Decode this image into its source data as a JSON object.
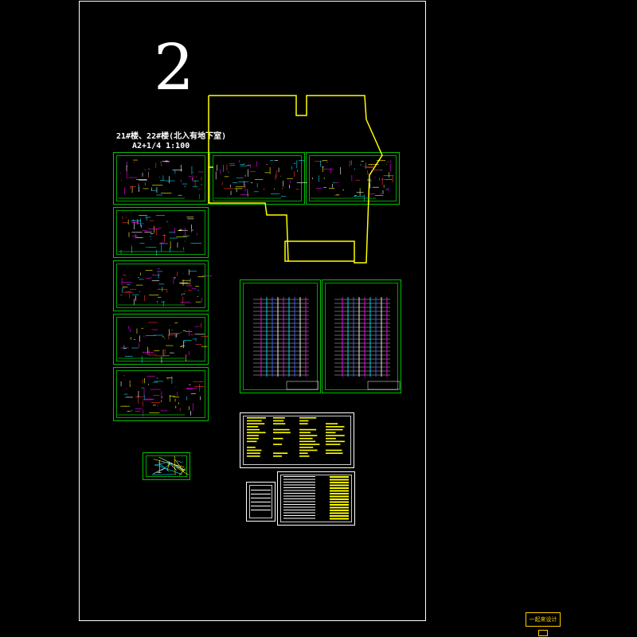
{
  "drawing": {
    "sheet_number": "2",
    "title_line1": "21#楼、22#楼(北入有地下室)",
    "title_line2": "A2+1/4  1:100",
    "logo_text": "一起来设计"
  },
  "colors": {
    "background": "#000000",
    "frame": "#ffffff",
    "sheet_border": "#00c000",
    "outline": "#ffff00",
    "cyan": "#00e0ff",
    "magenta": "#ff00ff",
    "yellow": "#ffff00",
    "red": "#ff3030",
    "blue": "#4060ff"
  }
}
